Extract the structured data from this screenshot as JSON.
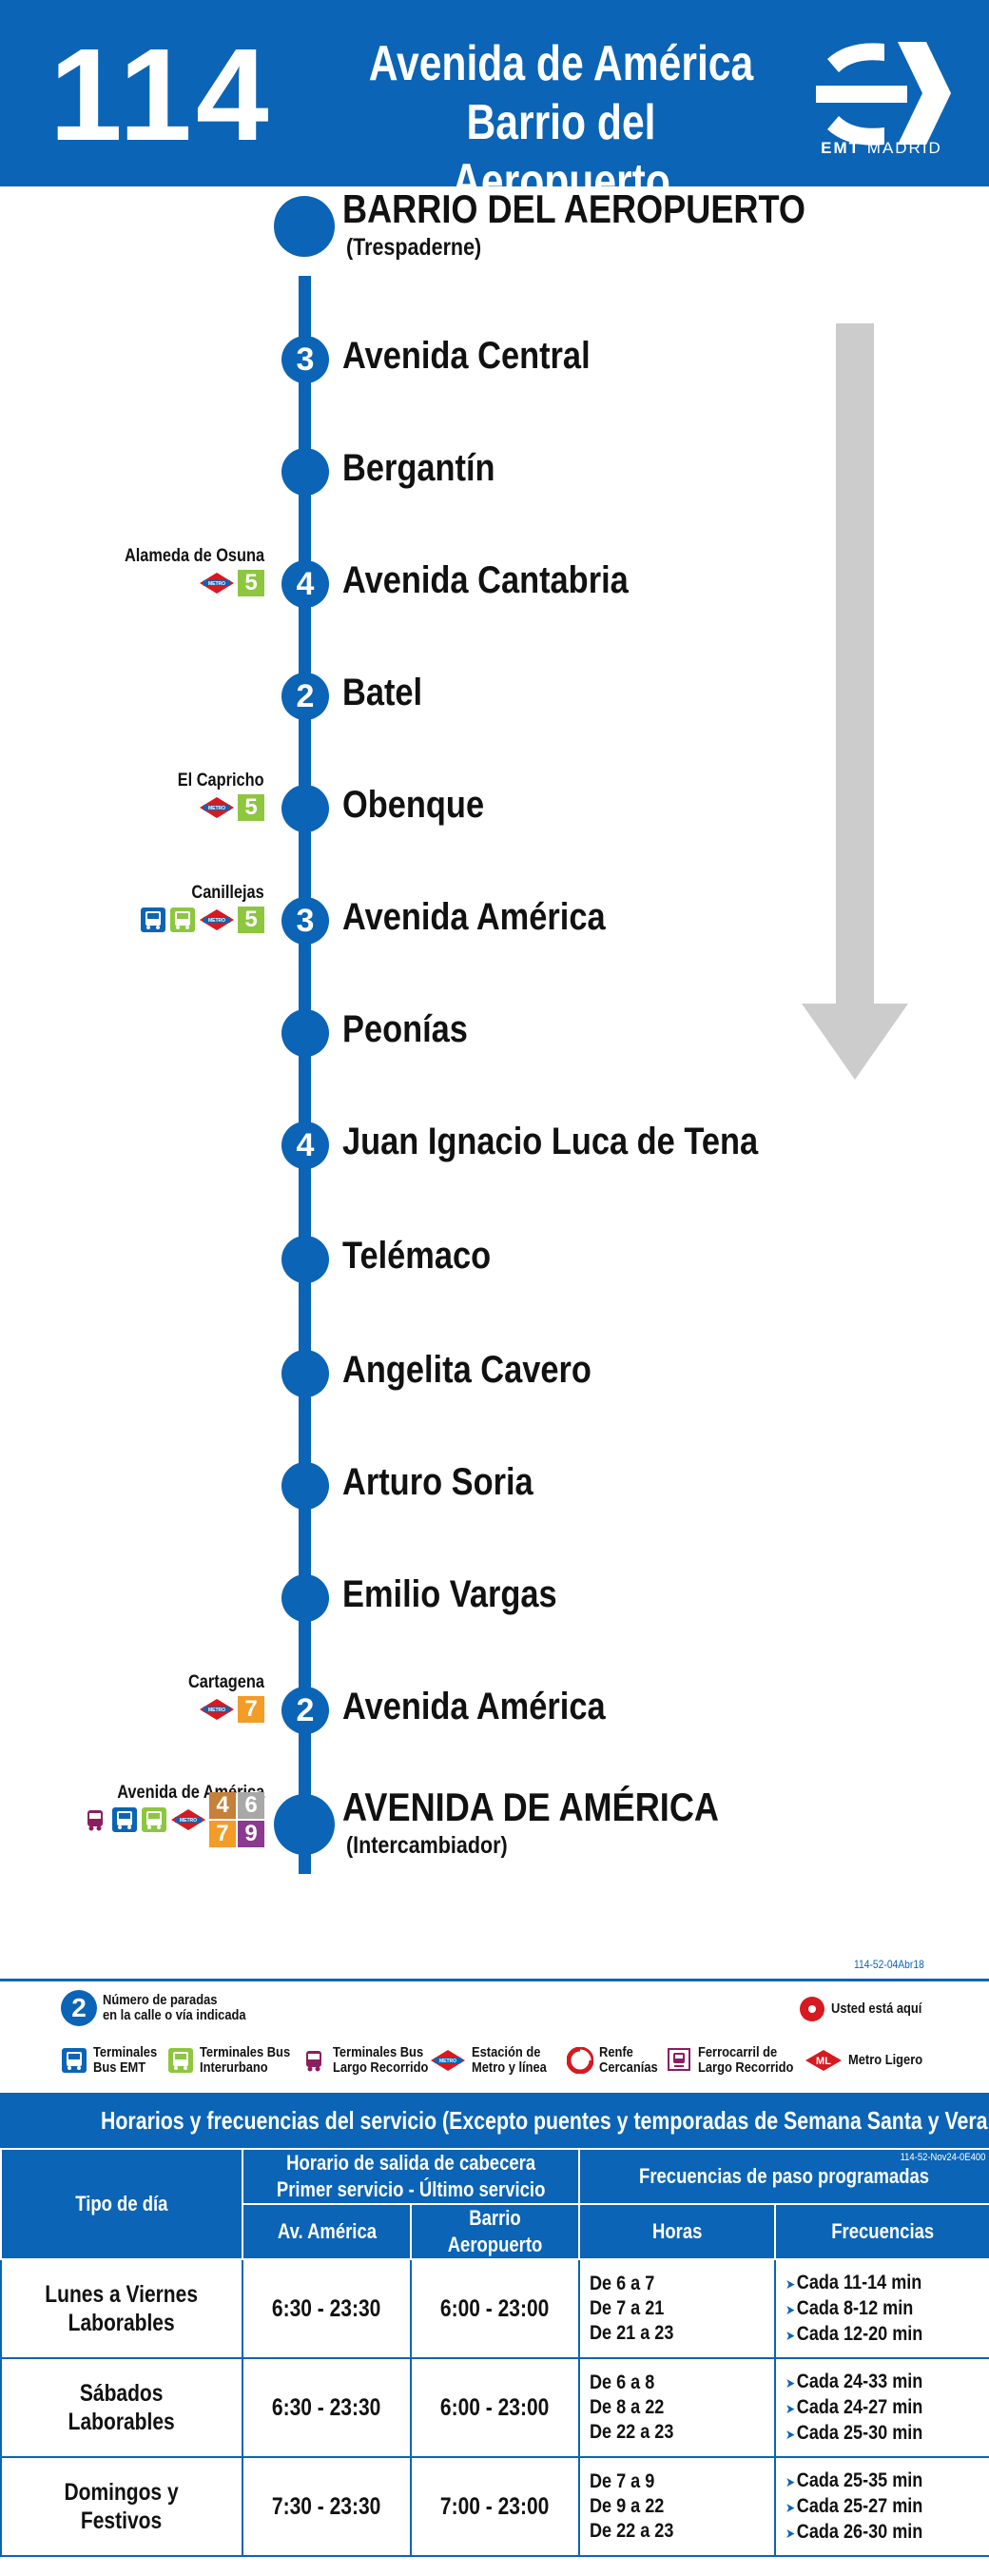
{
  "header": {
    "route_number": "114",
    "origin": "Avenida de América",
    "destination": "Barrio del Aeropuerto",
    "brand_emt": "EMT",
    "brand_city": "MADRID"
  },
  "colors": {
    "brand_blue": "#0b64b5",
    "metro_red": "#d71920",
    "line4": "#c5803a",
    "line5": "#8dc63f",
    "line6": "#a8a8a8",
    "line7": "#f39c27",
    "line9": "#8b3a8f",
    "arrow_grey": "#cccccc"
  },
  "stops": [
    {
      "name": "BARRIO DEL AEROPUERTO",
      "sub": "(Trespaderne)",
      "count": "",
      "terminal": true
    },
    {
      "name": "Avenida Central",
      "count": "3"
    },
    {
      "name": "Bergantín",
      "count": ""
    },
    {
      "name": "Avenida Cantabria",
      "count": "4",
      "conn": {
        "label": "Alameda de Osuna",
        "lines": [
          "5"
        ]
      }
    },
    {
      "name": "Batel",
      "count": "2"
    },
    {
      "name": "Obenque",
      "count": "",
      "conn": {
        "label": "El Capricho",
        "lines": [
          "5"
        ]
      }
    },
    {
      "name": "Avenida América",
      "count": "3",
      "conn": {
        "label": "Canillejas",
        "lines": [
          "5"
        ]
      }
    },
    {
      "name": "Peonías",
      "count": ""
    },
    {
      "name": "Juan Ignacio Luca de Tena",
      "count": "4"
    },
    {
      "name": "Telémaco",
      "count": ""
    },
    {
      "name": "Angelita Cavero",
      "count": ""
    },
    {
      "name": "Arturo Soria",
      "count": ""
    },
    {
      "name": "Emilio Vargas",
      "count": ""
    },
    {
      "name": "Avenida América",
      "count": "2",
      "conn": {
        "label": "Cartagena",
        "lines": [
          "7"
        ]
      }
    },
    {
      "name": "AVENIDA DE AMÉRICA",
      "sub": "(Intercambiador)",
      "count": "",
      "terminal": true,
      "conn": {
        "label": "Avenida de América",
        "lines": [
          "4",
          "6",
          "7",
          "9"
        ]
      }
    }
  ],
  "legend": {
    "code": "114-52-04Abr18",
    "stops_count_num": "2",
    "stops_count_line1": "Número de paradas",
    "stops_count_line2": "en la calle o vía indicada",
    "you_are_here": "Usted está aquí",
    "bus_emt_1": "Terminales",
    "bus_emt_2": "Bus EMT",
    "interurban_1": "Terminales Bus",
    "interurban_2": "Interurbano",
    "long_1": "Terminales Bus",
    "long_2": "Largo Recorrido",
    "metro_1": "Estación de",
    "metro_2": "Metro y línea",
    "renfe_1": "Renfe",
    "renfe_2": "Cercanías",
    "train_1": "Ferrocarril de",
    "train_2": "Largo Recorrido",
    "light_rail": "Metro Ligero"
  },
  "schedule": {
    "title": "Horarios y frecuencias del servicio (Excepto puentes y temporadas de Semana Santa y Verano)",
    "code": "114-52-Nov24-0E400",
    "h_day": "Tipo de día",
    "h_departure_1": "Horario de salida de cabecera",
    "h_departure_2": "Primer servicio - Último servicio",
    "h_freq": "Frecuencias de paso programadas",
    "h_av_america": "Av. América",
    "h_barrio": "Barrio Aeropuerto",
    "h_hours": "Horas",
    "h_frequencies": "Frecuencias",
    "rows": [
      {
        "day_1": "Lunes a Viernes",
        "day_2": "Laborables",
        "av": "6:30 - 23:30",
        "barrio": "6:00 - 23:00",
        "hours": [
          "De 6 a 7",
          "De 7 a 21",
          "De 21 a 23"
        ],
        "freqs": [
          "Cada 11-14 min",
          "Cada 8-12 min",
          "Cada 12-20 min"
        ]
      },
      {
        "day_1": "Sábados",
        "day_2": "Laborables",
        "av": "6:30 - 23:30",
        "barrio": "6:00 - 23:00",
        "hours": [
          "De 6 a 8",
          "De 8 a 22",
          "De 22 a 23"
        ],
        "freqs": [
          "Cada 24-33 min",
          "Cada 24-27 min",
          "Cada 25-30 min"
        ]
      },
      {
        "day_1": "Domingos y",
        "day_2": "Festivos",
        "av": "7:30 - 23:30",
        "barrio": "7:00 - 23:00",
        "hours": [
          "De 7 a 9",
          "De 9 a 22",
          "De 22 a 23"
        ],
        "freqs": [
          "Cada 25-35 min",
          "Cada 25-27 min",
          "Cada 26-30 min"
        ]
      }
    ]
  }
}
